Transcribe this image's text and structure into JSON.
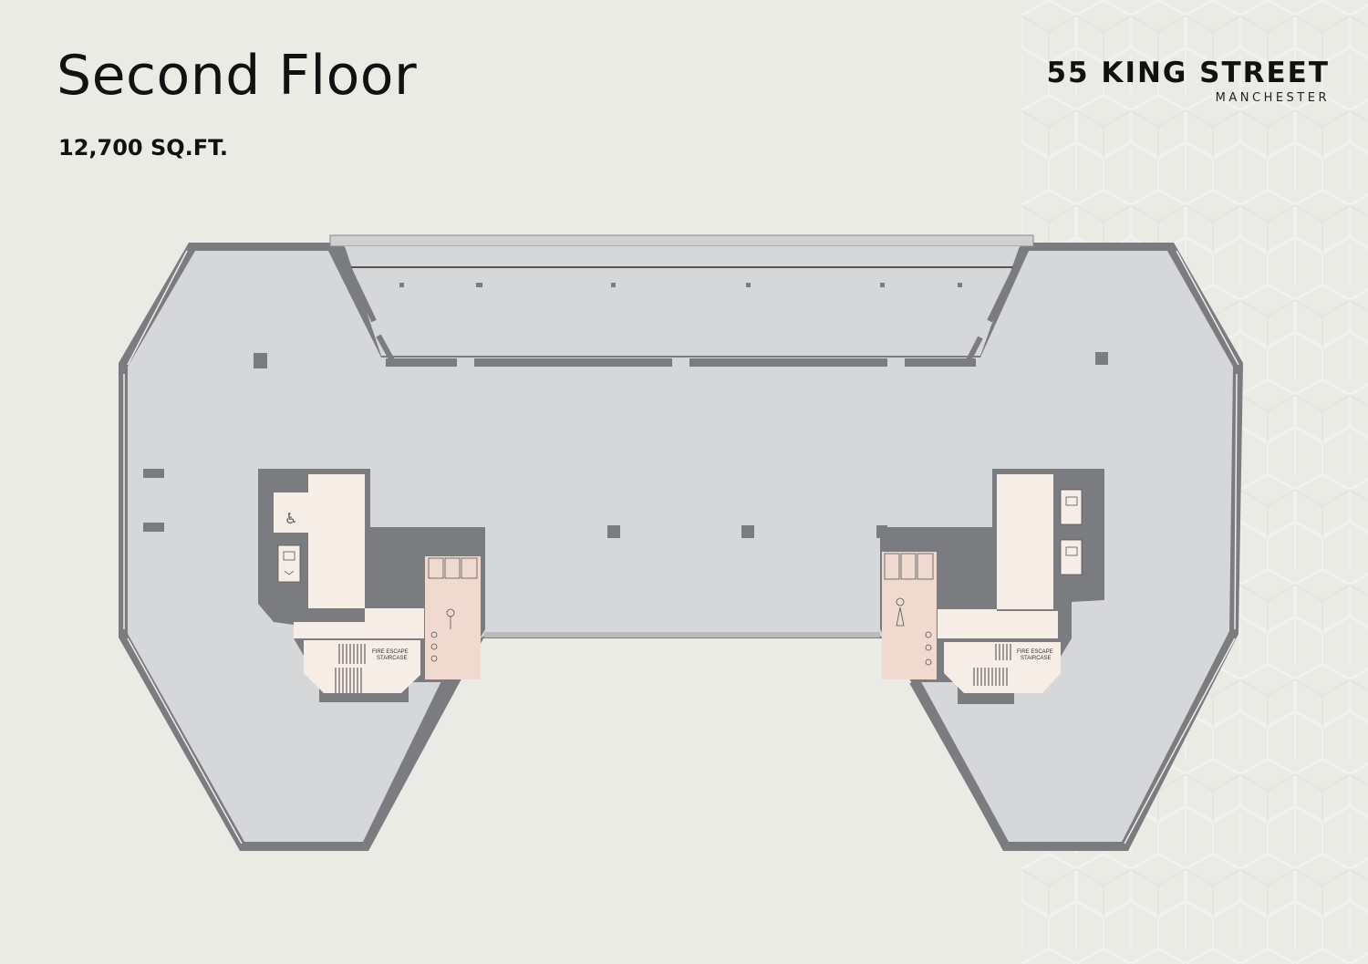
{
  "header": {
    "title": "Second Floor",
    "area": "12,700 SQ.FT."
  },
  "brand": {
    "name": "55 KING STREET",
    "city": "MANCHESTER"
  },
  "plan": {
    "left_core": {
      "stair_label_1": "FIRE ESCAPE",
      "stair_label_2": "STAIRCASE"
    },
    "right_core": {
      "stair_label_1": "FIRE ESCAPE",
      "stair_label_2": "STAIRCASE"
    }
  },
  "colors": {
    "background": "#ebebe6",
    "floor": "#d6d7d9",
    "walls": "#7b7c7f",
    "core": "#f7ede7",
    "toilets": "#f0d9cf",
    "text": "#111111"
  }
}
